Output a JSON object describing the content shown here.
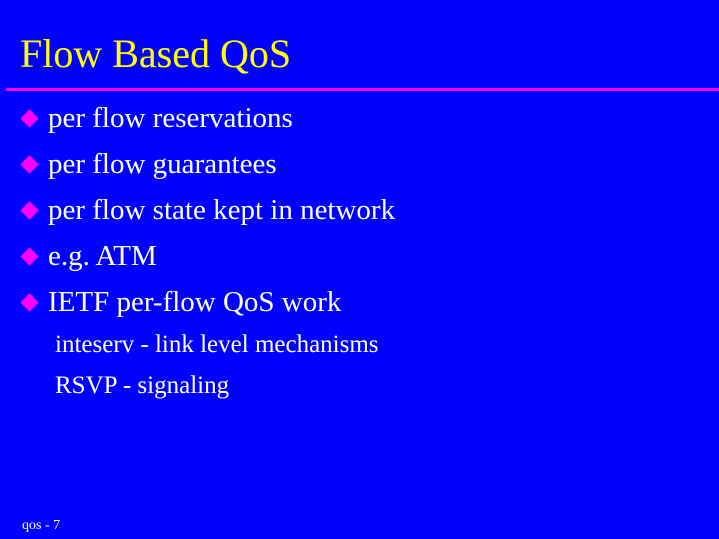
{
  "slide": {
    "title": "Flow Based QoS",
    "accent_color": "#ff00ff",
    "title_color": "#ffff00",
    "background_color": "#0000ff",
    "bullets": [
      "per flow reservations",
      "per flow guarantees",
      "per flow state kept in network",
      "e.g. ATM",
      "IETF per-flow QoS work"
    ],
    "sub_items": [
      "inteserv - link level mechanisms",
      "RSVP - signaling"
    ],
    "footer": "qos - 7"
  }
}
